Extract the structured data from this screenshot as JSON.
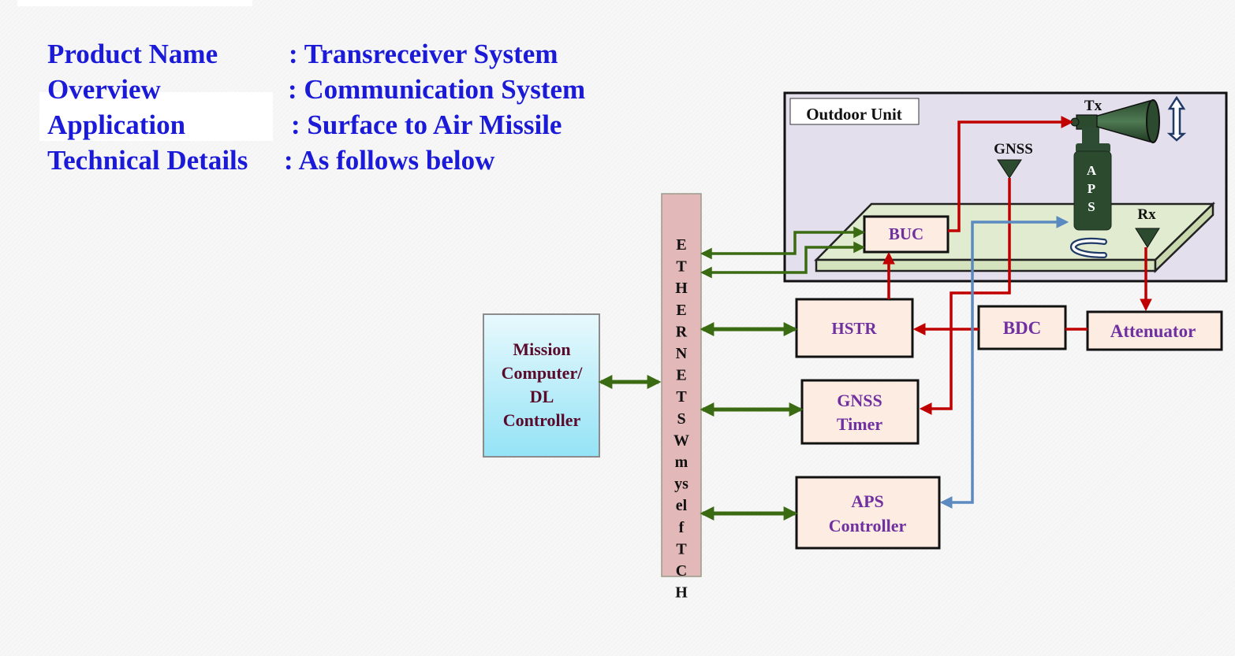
{
  "product": {
    "rows": [
      {
        "label": "Product Name",
        "value": ": Transreceiver System"
      },
      {
        "label": "Overview",
        "value": ": Communication System"
      },
      {
        "label": "Application",
        "value": ": Surface to Air Missile"
      },
      {
        "label": "Technical Details",
        "value": ": As follows below"
      }
    ]
  },
  "diagram": {
    "outdoor_unit_label": "Outdoor Unit",
    "tx_label": "Tx",
    "rx_label": "Rx",
    "gnss_label": "GNSS",
    "aps_letters": [
      "A",
      "P",
      "S"
    ],
    "ethernet_switch_letters": [
      "E",
      "T",
      "H",
      "E",
      "R",
      "N",
      "E",
      "T",
      "S",
      "W",
      "m",
      "ys",
      "el",
      "f",
      "T",
      "C",
      "H"
    ],
    "blocks": {
      "buc": "BUC",
      "hstr": "HSTR",
      "bdc": "BDC",
      "attenuator": "Attenuator",
      "gnss_timer": [
        "GNSS",
        "Timer"
      ],
      "aps_controller": [
        "APS",
        "Controller"
      ],
      "mission_computer": [
        "Mission",
        "Computer/",
        "DL",
        "Controller"
      ]
    },
    "colors": {
      "rf_line": "#c00000",
      "ethernet_line": "#3a6b12",
      "control_line": "#5b8ac0",
      "block_fill": "#fdece2",
      "block_text": "#7030a0",
      "mission_text": "#5a0a2a",
      "switch_fill": "#e3b8b8",
      "outdoor_fill": "#e4dfec",
      "platform_fill": "#e0ebcf",
      "title_blue": "#1a1ad8"
    }
  }
}
